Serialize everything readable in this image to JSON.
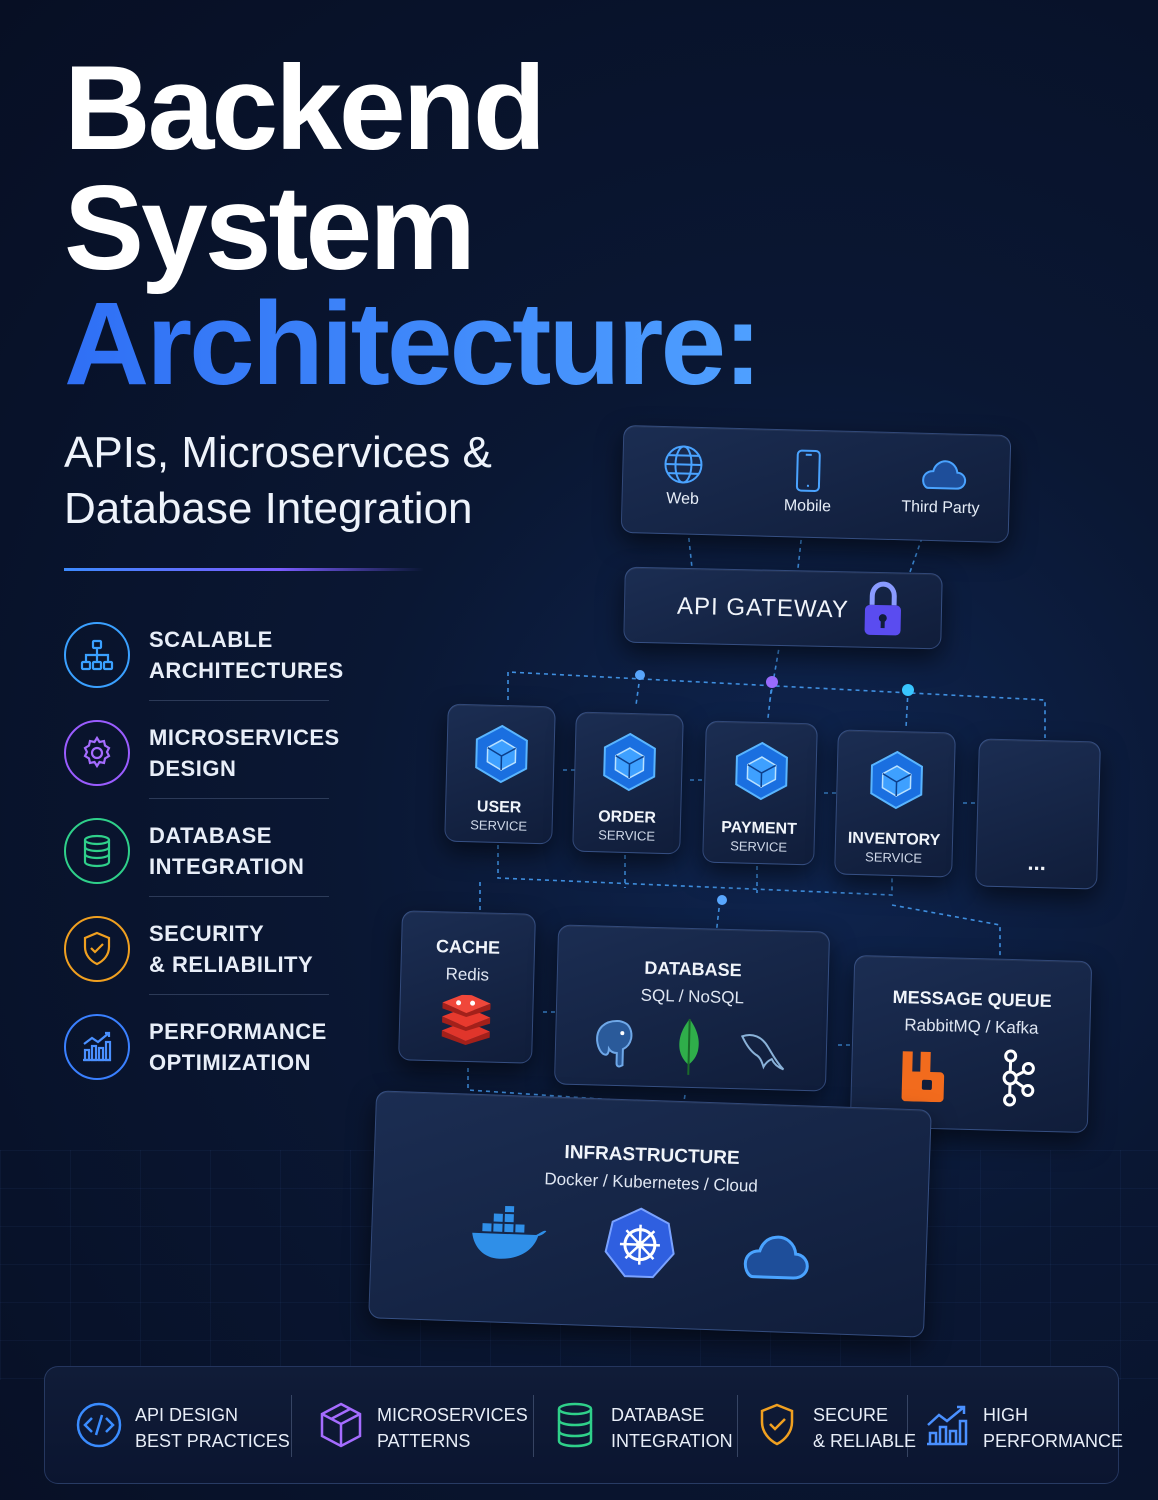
{
  "title": {
    "line1": "Backend",
    "line2": "System",
    "line3": "Architecture:",
    "subtitle_line1": "APIs, Microservices &",
    "subtitle_line2": "Database Integration"
  },
  "features": [
    {
      "line1": "SCALABLE",
      "line2": "ARCHITECTURES",
      "icon": "hierarchy-icon",
      "color": "#3aa0ff"
    },
    {
      "line1": "MICROSERVICES",
      "line2": "DESIGN",
      "icon": "gear-icon",
      "color": "#9a5cff"
    },
    {
      "line1": "DATABASE",
      "line2": "INTEGRATION",
      "icon": "database-icon",
      "color": "#2fd08a"
    },
    {
      "line1": "SECURITY",
      "line2": "& RELIABILITY",
      "icon": "shield-check-icon",
      "color": "#f0a020"
    },
    {
      "line1": "PERFORMANCE",
      "line2": "OPTIMIZATION",
      "icon": "chart-growth-icon",
      "color": "#3a80ff"
    }
  ],
  "diagram": {
    "clients": [
      {
        "label": "Web",
        "icon": "globe-icon"
      },
      {
        "label": "Mobile",
        "icon": "mobile-icon"
      },
      {
        "label": "Third Party",
        "icon": "cloud-icon"
      }
    ],
    "gateway": {
      "label": "API  GATEWAY",
      "icon": "lock-icon"
    },
    "services": [
      {
        "line1": "USER",
        "line2": "SERVICE",
        "icon": "cube-icon"
      },
      {
        "line1": "ORDER",
        "line2": "SERVICE",
        "icon": "cube-icon"
      },
      {
        "line1": "PAYMENT",
        "line2": "SERVICE",
        "icon": "cube-icon"
      },
      {
        "line1": "INVENTORY",
        "line2": "SERVICE",
        "icon": "cube-icon"
      },
      {
        "line1": "...",
        "line2": "",
        "icon": ""
      }
    ],
    "cache": {
      "title": "CACHE",
      "sub": "Redis",
      "icon": "redis-icon"
    },
    "database": {
      "title": "DATABASE",
      "sub": "SQL / NoSQL",
      "icons": [
        "postgresql-icon",
        "mongodb-icon",
        "mysql-icon"
      ]
    },
    "queue": {
      "title": "MESSAGE QUEUE",
      "sub": "RabbitMQ / Kafka",
      "icons": [
        "rabbitmq-icon",
        "kafka-icon"
      ]
    },
    "infrastructure": {
      "title": "INFRASTRUCTURE",
      "sub": "Docker / Kubernetes / Cloud",
      "icons": [
        "docker-icon",
        "kubernetes-icon",
        "cloud-icon"
      ]
    }
  },
  "bottom_bar": [
    {
      "line1": "API DESIGN",
      "line2": "BEST PRACTICES",
      "icon": "code-icon",
      "color": "#3a8cff"
    },
    {
      "line1": "MICROSERVICES",
      "line2": "PATTERNS",
      "icon": "cube-outline-icon",
      "color": "#9a5cff"
    },
    {
      "line1": "DATABASE",
      "line2": "INTEGRATION",
      "icon": "database-icon",
      "color": "#2fd08a"
    },
    {
      "line1": "SECURE",
      "line2": "& RELIABLE",
      "icon": "shield-check-icon",
      "color": "#f0a020"
    },
    {
      "line1": "HIGH",
      "line2": "PERFORMANCE",
      "icon": "chart-growth-icon",
      "color": "#3a80ff"
    }
  ]
}
